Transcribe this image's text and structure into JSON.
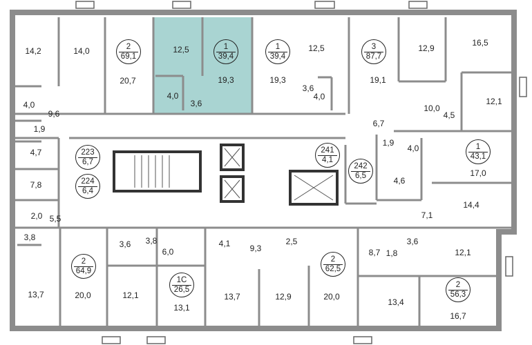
{
  "colors": {
    "wall": "#8c8c8c",
    "wall_dark": "#333333",
    "highlight": "#a9d4d2"
  },
  "apartments": [
    {
      "rooms": "2",
      "area": "69,1"
    },
    {
      "rooms": "1",
      "area": "39,4"
    },
    {
      "rooms": "1",
      "area": "39,4"
    },
    {
      "rooms": "3",
      "area": "87,7"
    },
    {
      "rooms": "1",
      "area": "43,1"
    },
    {
      "rooms": "223",
      "area": "6,7"
    },
    {
      "rooms": "224",
      "area": "6,4"
    },
    {
      "rooms": "241",
      "area": "4,1"
    },
    {
      "rooms": "242",
      "area": "6,5"
    },
    {
      "rooms": "2",
      "area": "64,9"
    },
    {
      "rooms": "1С",
      "area": "26,5"
    },
    {
      "rooms": "2",
      "area": "62,5"
    },
    {
      "rooms": "2",
      "area": "56,3"
    }
  ],
  "rooms": [
    "14,2",
    "14,0",
    "20,7",
    "12,5",
    "19,3",
    "4,0",
    "3,6",
    "19,3",
    "12,5",
    "3,6",
    "4,0",
    "19,1",
    "12,9",
    "16,5",
    "10,0",
    "4,5",
    "12,1",
    "6,7",
    "1,9",
    "4,0",
    "17,0",
    "4,0",
    "9,6",
    "1,9",
    "4,7",
    "7,8",
    "2,0",
    "5,5",
    "3,8",
    "4,6",
    "7,1",
    "14,4",
    "3,6",
    "3,8",
    "6,0",
    "4,1",
    "9,3",
    "2,5",
    "13,7",
    "20,0",
    "12,1",
    "13,1",
    "13,7",
    "12,9",
    "20,0",
    "8,7",
    "1,8",
    "3,6",
    "12,1",
    "13,4",
    "16,7"
  ]
}
